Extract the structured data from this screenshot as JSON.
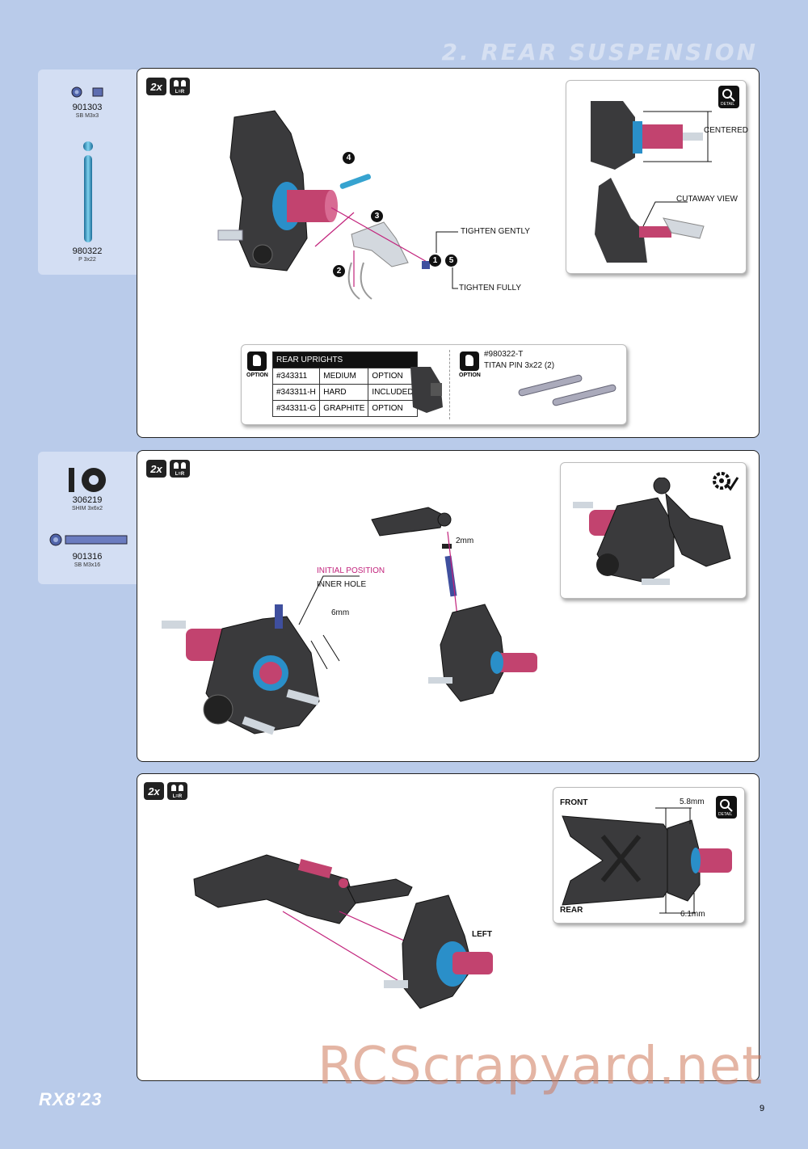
{
  "header": {
    "section_title": "2. REAR SUSPENSION"
  },
  "parts1": [
    {
      "code": "901303",
      "desc": "SB M3x3"
    },
    {
      "code": "980322",
      "desc": "P 3x22"
    }
  ],
  "parts2": [
    {
      "code": "306219",
      "desc": "SHIM 3x6x2"
    },
    {
      "code": "901316",
      "desc": "SB M3x16"
    }
  ],
  "badge": {
    "qty": "2x",
    "lr": "L=R"
  },
  "step1": {
    "num1": "1",
    "num2": "2",
    "num3": "3",
    "num4": "4",
    "num5": "5",
    "tighten_gently": "TIGHTEN GENTLY",
    "tighten_fully": "TIGHTEN FULLY",
    "detail_centered": "CENTERED",
    "detail_cutaway": "CUTAWAY VIEW",
    "detail_word": "DETAIL",
    "option_word": "OPTION",
    "uprights_header": "REAR UPRIGHTS",
    "uprights_rows": [
      [
        "#343311",
        "MEDIUM",
        "OPTION"
      ],
      [
        "#343311-H",
        "HARD",
        "INCLUDED"
      ],
      [
        "#343311-G",
        "GRAPHITE",
        "OPTION"
      ]
    ],
    "titan_code": "#980322-T",
    "titan_desc": "TITAN PIN 3x22 (2)"
  },
  "step2": {
    "initial_position": "INITIAL POSITION",
    "inner_hole": "INNER HOLE",
    "dim_6mm": "6mm",
    "dim_2mm": "2mm"
  },
  "step3": {
    "front": "FRONT",
    "rear": "REAR",
    "left": "LEFT",
    "dim_58": "5.8mm",
    "dim_61": "6.1mm",
    "detail_word": "DETAIL"
  },
  "footer": {
    "logo": "RX8'23",
    "page": "9",
    "watermark": "RCScrapyard.net"
  },
  "colors": {
    "background": "#b9cbea",
    "sidebar": "#d3def3",
    "accent": "#c2237c",
    "part_dark": "#3a3a3c",
    "shaft": "#c2436f",
    "blue": "#2a8fc9"
  }
}
